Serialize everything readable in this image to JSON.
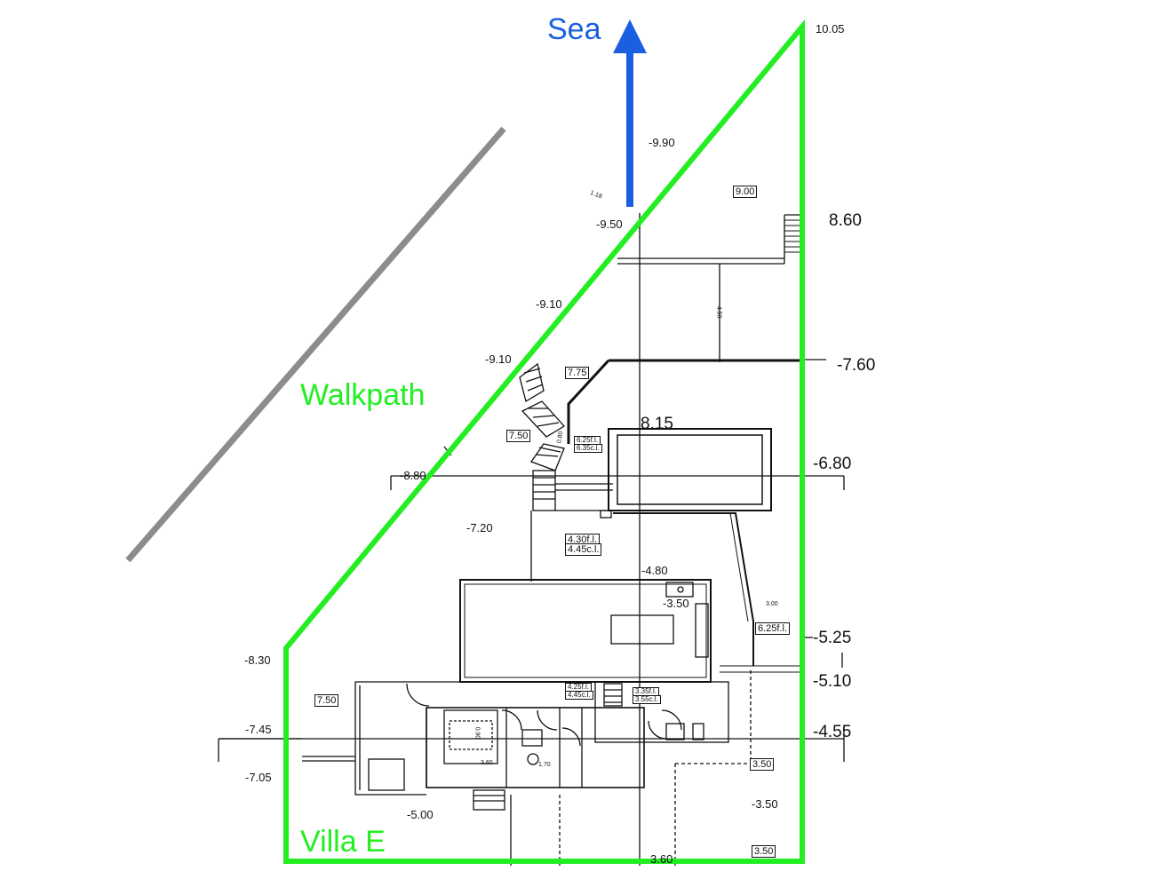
{
  "labels": {
    "sea": "Sea",
    "walkpath": "Walkpath",
    "villa": "Villa E"
  },
  "levels": {
    "l_1005": "10.05",
    "l_990": "-9.90",
    "l_950": "-9.50",
    "l_910a": "-9.10",
    "l_910b": "-9.10",
    "l_860": "8.60",
    "l_760": "-7.60",
    "l_815": "8.15",
    "l_680": "-6.80",
    "l_880": "-8.80",
    "l_720": "-7.20",
    "l_480": "-4.80",
    "l_350a": "-3.50",
    "l_525": "-5.25",
    "l_510": "-5.10",
    "l_455": "-4.55",
    "l_830": "-8.30",
    "l_745": "-7.45",
    "l_705": "-7.05",
    "l_500": "-5.00",
    "l_350b": "-3.50",
    "l_260": "3.60"
  },
  "boxes": {
    "b_900": "9.00",
    "b_775": "7.75",
    "b_750a": "7.50",
    "b_750b": "7.50",
    "b_350a": "3.50",
    "b_350b": "3.50",
    "b_625": "6.25f.l.",
    "b_625a": "6.25f.l.",
    "b_635": "6.35c.l.",
    "b_430": "4.30f.l.",
    "b_445": "4.45c.l.",
    "b_425": "4.25f.l.",
    "b_445b": "4.45c.l.",
    "b_335": "3.35f.l.",
    "b_355": "3.55c.l."
  },
  "dims": {
    "d_450": "4.50",
    "d_300": "3.00",
    "d_360": "3.60",
    "d_170": "1.70",
    "d_118": "1.18",
    "d_080": "0.80",
    "d_090": "0.90"
  },
  "colors": {
    "boundary": "#22ee22",
    "sea_arrow": "#1a5fe0",
    "walkpath_line": "#8c8c8c",
    "plan_lines": "#111111"
  }
}
